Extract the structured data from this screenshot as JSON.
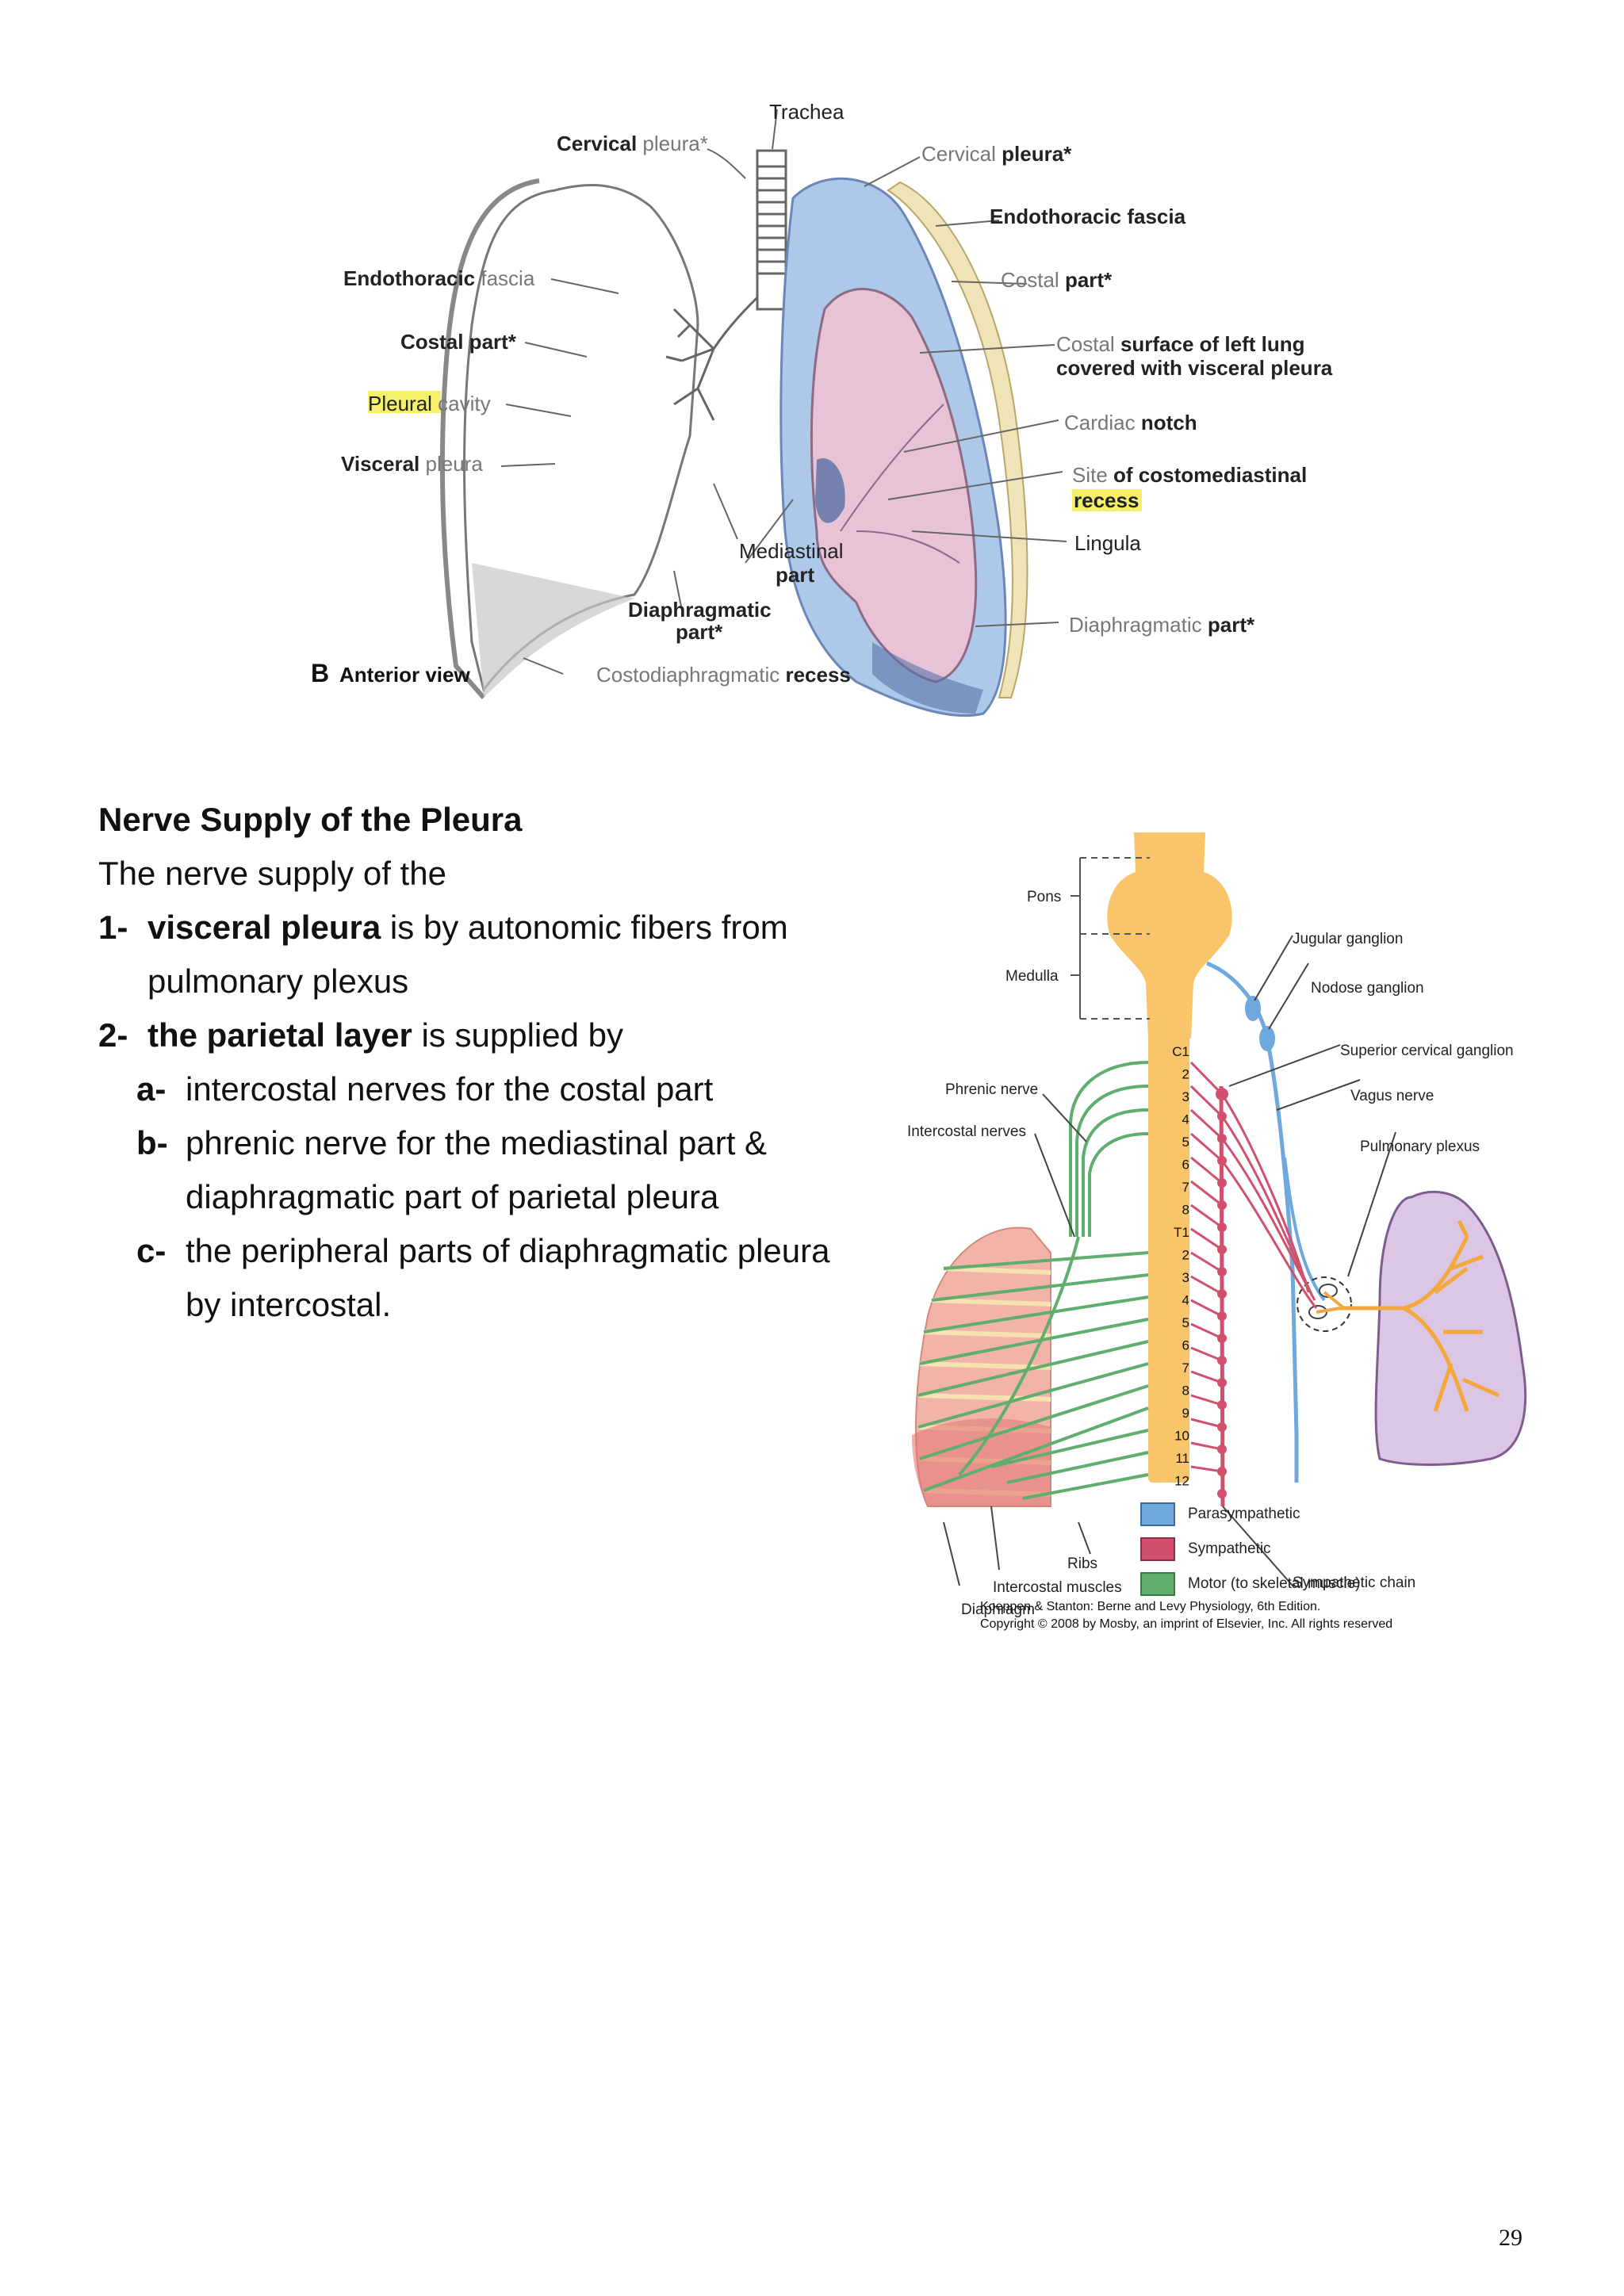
{
  "figure1": {
    "labels": {
      "trachea": "Trachea",
      "cervical_pleura_left_a": "Cervical",
      "cervical_pleura_left_b": "pleura*",
      "cervical_pleura_right_a": "Cervical",
      "cervical_pleura_right_b": "pleura*",
      "endothoracic_right": "Endothoracic fascia",
      "endothoracic_left_a": "Endothoracic",
      "endothoracic_left_b": "fascia",
      "costal_left": "Costal part*",
      "costal_right_a": "Costal",
      "costal_right_b": "part*",
      "pleural_cavity_a": "Pleural",
      "pleural_cavity_b": "cavity",
      "costal_surface_1a": "Costal",
      "costal_surface_1b": "surface of left lung",
      "costal_surface_2": "covered with visceral pleura",
      "visceral_pleura_a": "Visceral",
      "visceral_pleura_b": "pleura",
      "cardiac_notch_a": "Cardiac",
      "cardiac_notch_b": "notch",
      "site_a": "Site",
      "site_b": "of costomediastinal",
      "recess": "recess",
      "mediastinal_1": "Mediastinal",
      "mediastinal_2": "part",
      "lingula": "Lingula",
      "diaphragmatic_1": "Diaphragmatic",
      "diaphragmatic_2": "part*",
      "diaphragmatic_right_a": "Diaphragmatic",
      "diaphragmatic_right_b": "part*",
      "view_letter": "B",
      "view_label": "Anterior view",
      "costodiaphragmatic_a": "Costodiaphragmatic",
      "costodiaphragmatic_b": "recess"
    }
  },
  "section": {
    "title": "Nerve Supply of the Pleura",
    "intro": "The nerve supply of the",
    "items": [
      {
        "num": "1-",
        "bold": "visceral pleura",
        "rest": " is by autonomic fibers from",
        "cont": "pulmonary plexus"
      },
      {
        "num": "2-",
        "bold": "the parietal layer",
        "rest": " is supplied by"
      }
    ],
    "subitems": [
      {
        "num": "a-",
        "text": "intercostal nerves for the costal part"
      },
      {
        "num": "b-",
        "text": "phrenic nerve for the mediastinal part &",
        "cont": "diaphragmatic part of parietal pleura"
      },
      {
        "num": "c-",
        "text": "the peripheral parts of diaphragmatic pleura",
        "cont": "by intercostal."
      }
    ]
  },
  "figure2": {
    "labels": {
      "pons": "Pons",
      "medulla": "Medulla",
      "jugular": "Jugular ganglion",
      "nodose": "Nodose ganglion",
      "superior_cervical": "Superior cervical ganglion",
      "vagus": "Vagus nerve",
      "phrenic": "Phrenic nerve",
      "intercostal_nerves": "Intercostal nerves",
      "pulmonary_plexus": "Pulmonary plexus",
      "ribs": "Ribs",
      "intercostal_muscles": "Intercostal muscles",
      "diaphragm": "Diaphragm",
      "sympathetic_chain": "Sympathetic chain"
    },
    "vertebrae": [
      "C1",
      "2",
      "3",
      "4",
      "5",
      "6",
      "7",
      "8",
      "T1",
      "2",
      "3",
      "4",
      "5",
      "6",
      "7",
      "8",
      "9",
      "10",
      "11",
      "12"
    ],
    "legend": [
      {
        "label": "Parasympathetic",
        "color": "#6fa8dc"
      },
      {
        "label": "Sympathetic",
        "color": "#d0506e"
      },
      {
        "label": "Motor (to skeletal muscle)",
        "color": "#5fae6e"
      }
    ],
    "credit_1": "Koeppen & Stanton: Berne and Levy Physiology, 6th Edition.",
    "credit_2": "Copyright © 2008 by Mosby, an imprint of Elsevier, Inc. All rights reserved"
  },
  "page_number": "29"
}
